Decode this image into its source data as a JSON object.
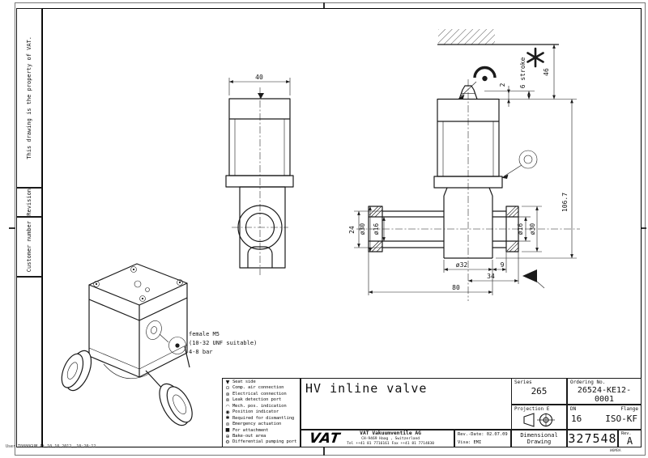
{
  "margin": {
    "property_note": "This drawing is the property of VAT.",
    "revision_label": "Revision",
    "customer_label": "Customer number",
    "print_stamp": "User T0880GUM At 10.10.2012, 10:20:12",
    "form_stamp": "W6MBA"
  },
  "drawing": {
    "side_view": {
      "width_dim": "40"
    },
    "section_view": {
      "dim_2": "2",
      "dim_stroke": "6 stroke",
      "dim_46": "46",
      "dim_106_7": "106.7",
      "dim_d30_left": "ø30",
      "dim_d16_left": "ø16",
      "dim_24": "24",
      "dim_d16_right": "ø16",
      "dim_d30_right": "ø30",
      "dim_d32": "ø32",
      "dim_34": "34",
      "dim_9": "9",
      "dim_80": "80"
    },
    "iso_note": {
      "line1": "female M5",
      "line2": "(10-32 UNF suitable)",
      "line3": "4-8 bar"
    }
  },
  "legend": {
    "items": [
      {
        "symbol": "▼",
        "label": "Seat side"
      },
      {
        "symbol": "⊙",
        "label": "Comp. air connection"
      },
      {
        "symbol": "⊛",
        "label": "Electrical connection"
      },
      {
        "symbol": "⊚",
        "label": "Leak detection port"
      },
      {
        "symbol": "◠",
        "label": "Mech. pos. indication"
      },
      {
        "symbol": "◉",
        "label": "Position indicator"
      },
      {
        "symbol": "✱",
        "label": "Required for dismantling"
      },
      {
        "symbol": "⊜",
        "label": "Emergency actuation"
      },
      {
        "symbol": "■",
        "label": "For attachment"
      },
      {
        "symbol": "⊕",
        "label": "Bake-out area"
      },
      {
        "symbol": "⚙",
        "label": "Differential pumping port"
      }
    ]
  },
  "title_block": {
    "title": "HV inline valve",
    "series_label": "Series",
    "series_value": "265",
    "ordering_label": "Ordering No.",
    "ordering_value": "26524-KE12-0001",
    "projection_label": "Projection E",
    "dn_label": "DN",
    "dn_value": "16",
    "flange_label": "Flange",
    "flange_value": "ISO-KF",
    "rev_date_label": "Rev.-Date: 02.07.09",
    "visa_label": "Visa: EMI",
    "doc_type_line1": "Dimensional",
    "doc_type_line2": "Drawing",
    "drawing_number": "327548",
    "rev_label": "Rev.",
    "rev_value": "A",
    "company": {
      "logo_text": "VAT",
      "name": "VAT Vakuumventile AG",
      "address": "CH-9469 Haag , Switzerland",
      "phone": "Tel ++41 81 7716161 Fax ++41 81 7714830"
    }
  }
}
